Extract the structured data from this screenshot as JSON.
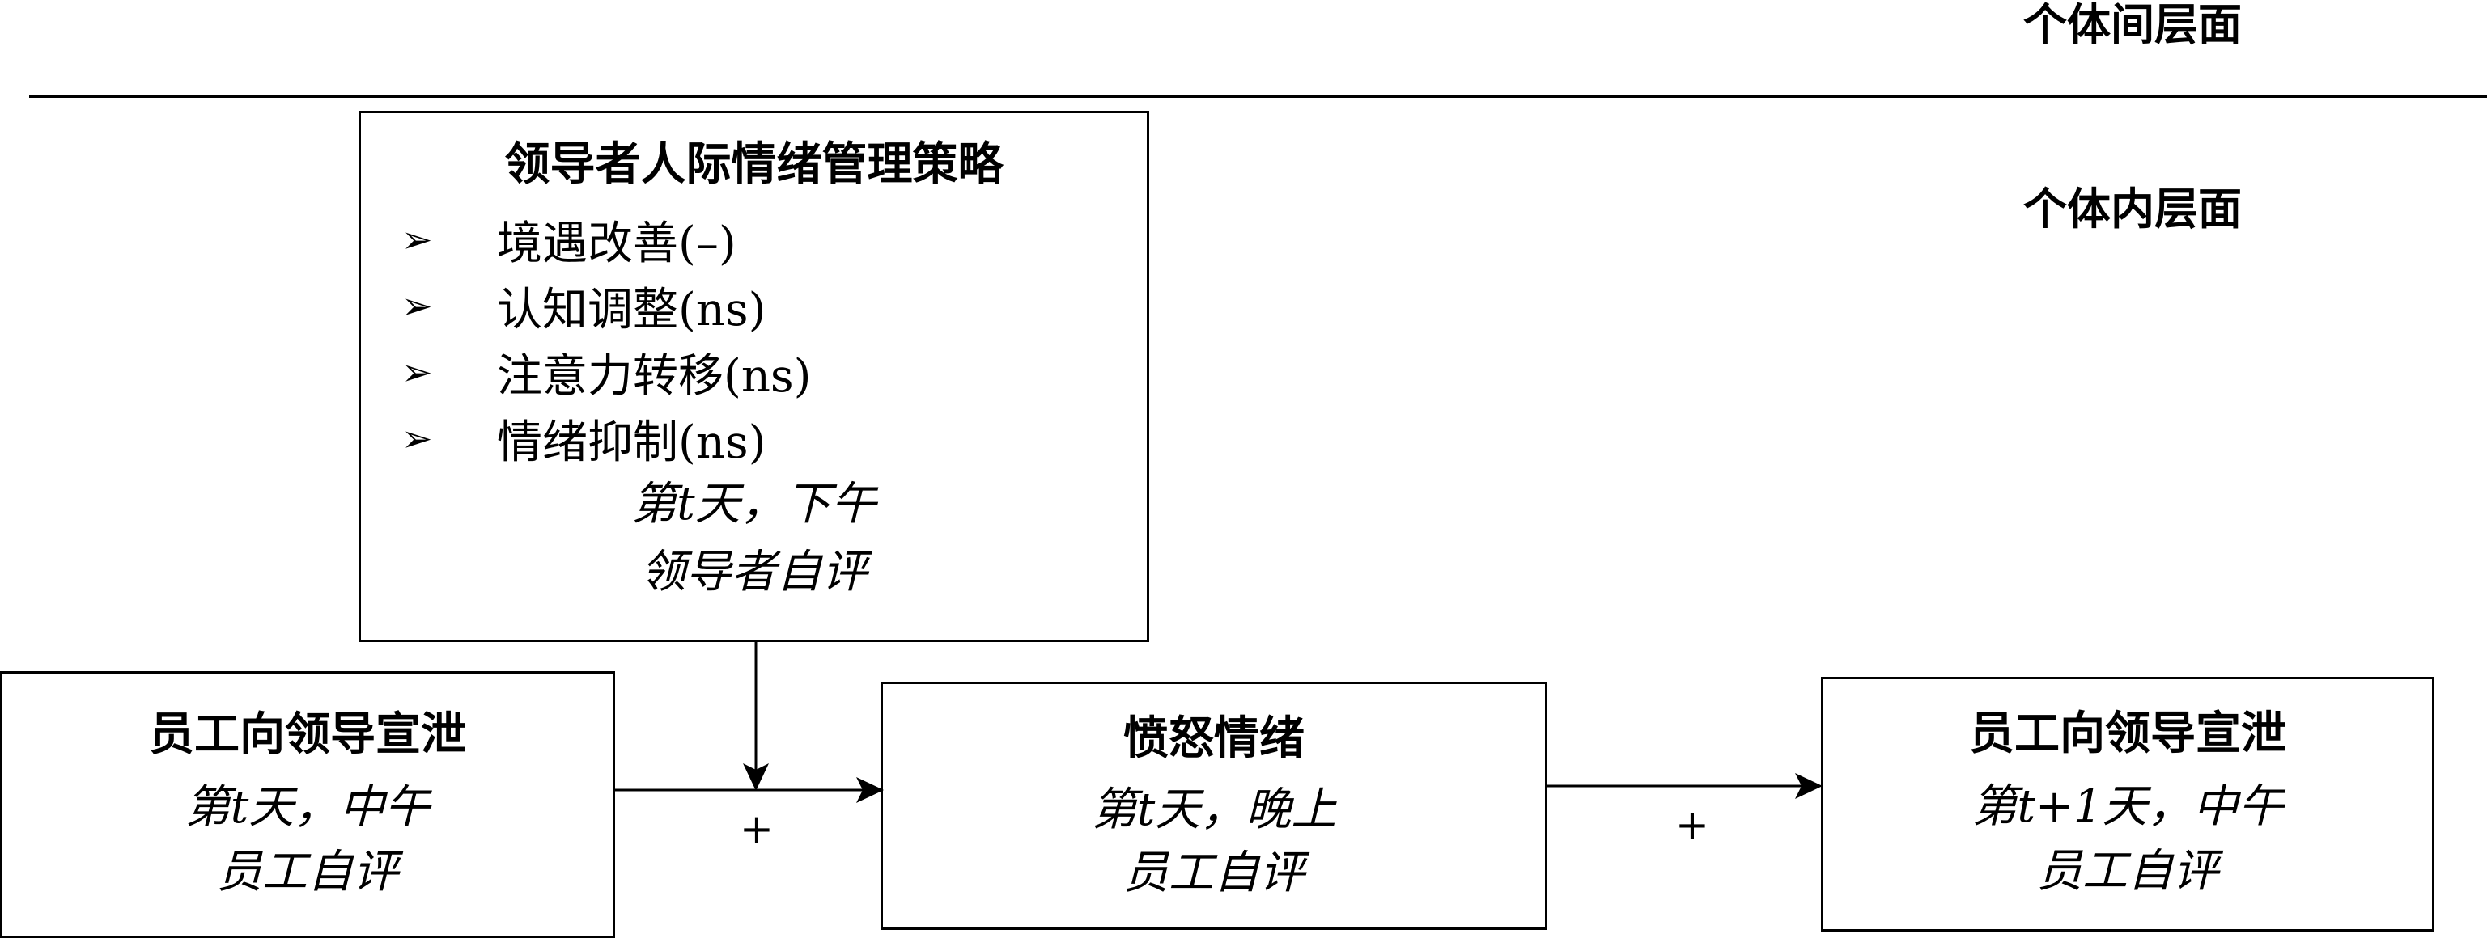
{
  "layers": {
    "between": "个体间层面",
    "within": "个体内层面"
  },
  "strategy_box": {
    "title": "领导者人际情绪管理策略",
    "items": [
      {
        "bullet": "➢",
        "label": "境遇改善(–)"
      },
      {
        "bullet": "➢",
        "label": "认知调整(ns)"
      },
      {
        "bullet": "➢",
        "label": "注意力转移(ns)"
      },
      {
        "bullet": "➢",
        "label": "情绪抑制(ns)"
      }
    ],
    "time": "第t天，下午",
    "rater": "领导者自评"
  },
  "venting_t": {
    "title": "员工向领导宣泄",
    "time": "第t天，中午",
    "rater": "员工自评"
  },
  "anger": {
    "title": "愤怒情绪",
    "time": "第t天，晚上",
    "rater": "员工自评"
  },
  "venting_t1": {
    "title": "员工向领导宣泄",
    "time": "第t+1天，中午",
    "rater": "员工自评"
  },
  "paths": {
    "venting_to_anger_sign": "+",
    "anger_to_venting_sign": "+"
  }
}
